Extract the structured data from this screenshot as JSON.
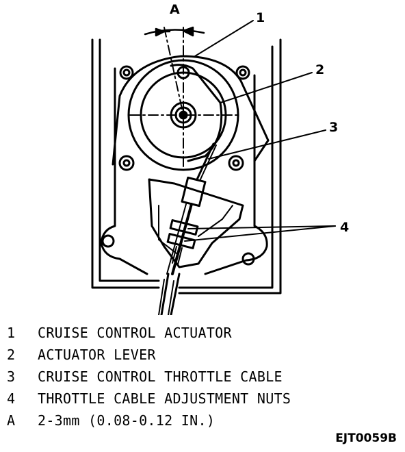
{
  "diagram": {
    "dimension_label": "A",
    "callouts": [
      "1",
      "2",
      "3",
      "4"
    ]
  },
  "legend": [
    {
      "key": "1",
      "text": "CRUISE CONTROL ACTUATOR"
    },
    {
      "key": "2",
      "text": "ACTUATOR LEVER"
    },
    {
      "key": "3",
      "text": "CRUISE CONTROL THROTTLE CABLE"
    },
    {
      "key": "4",
      "text": "THROTTLE CABLE ADJUSTMENT NUTS"
    },
    {
      "key": "A",
      "text": "2-3mm (0.08-0.12 IN.)"
    }
  ],
  "figure_code": "EJT0059B"
}
